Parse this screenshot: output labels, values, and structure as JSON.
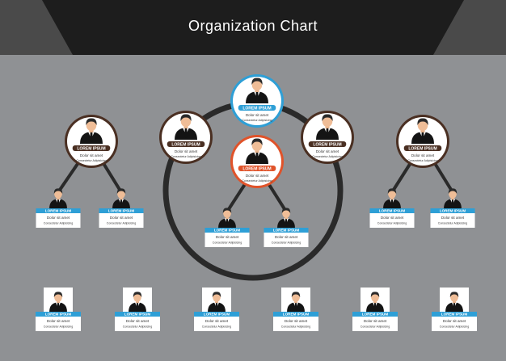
{
  "header": {
    "title": "Organization Chart",
    "colors": {
      "banner_dark": "#1d1d1d",
      "banner_side": "#3a3a3a",
      "background": "#8f9194"
    }
  },
  "labels": {
    "name": "LOREM IPSUM",
    "line1": "Dolor sit amet",
    "line2": "Consectetur Adipisicing"
  },
  "nodes": {
    "ceo": {
      "accent": "#2e9fd6"
    },
    "vp_left": {
      "accent": "#4a2f22"
    },
    "vp_right": {
      "accent": "#4a2f22"
    },
    "manager": {
      "accent": "#e0532a"
    },
    "side_left": {
      "accent": "#4a2f22"
    },
    "side_right": {
      "accent": "#4a2f22"
    }
  },
  "employee_accent": "#2e9fd6",
  "ring_color": "#2a2a2a",
  "icons": [
    "person-icon"
  ]
}
